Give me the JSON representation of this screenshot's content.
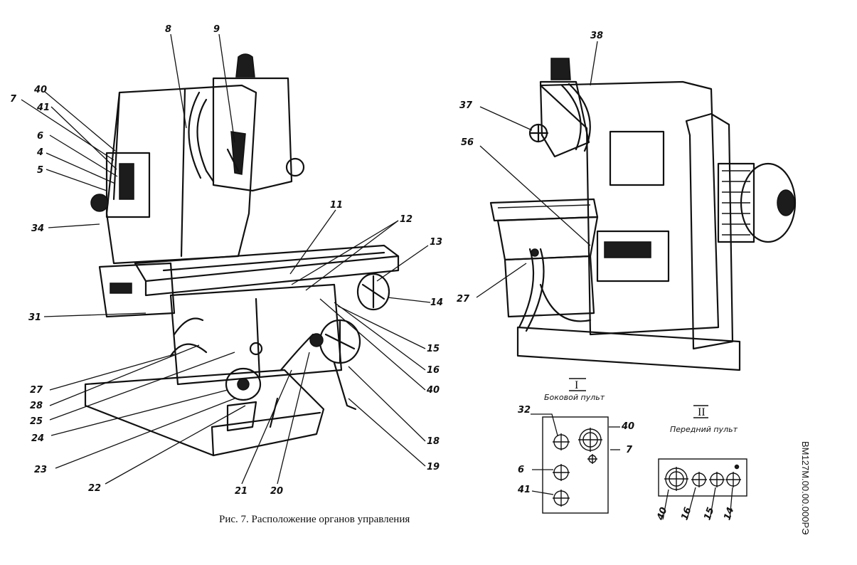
{
  "caption": "Рис. 7. Расположение органов управления",
  "document_number": "ВМ127М.00.00.000РЭ",
  "left_view_labels": [
    "40",
    "7",
    "41",
    "6",
    "4",
    "5",
    "34",
    "8",
    "9",
    "11",
    "12",
    "13",
    "14",
    "31",
    "27",
    "28",
    "25",
    "24",
    "23",
    "22",
    "21",
    "20",
    "15",
    "16",
    "40",
    "18",
    "19"
  ],
  "right_view_labels": [
    "38",
    "37",
    "56",
    "27"
  ],
  "side_panel": {
    "roman": "I",
    "title": "Боковой пульт",
    "labels": [
      "32",
      "40",
      "7",
      "6",
      "41"
    ]
  },
  "front_panel": {
    "roman": "II",
    "title": "Передний пульт",
    "labels": [
      "40",
      "16",
      "15",
      "14"
    ]
  }
}
